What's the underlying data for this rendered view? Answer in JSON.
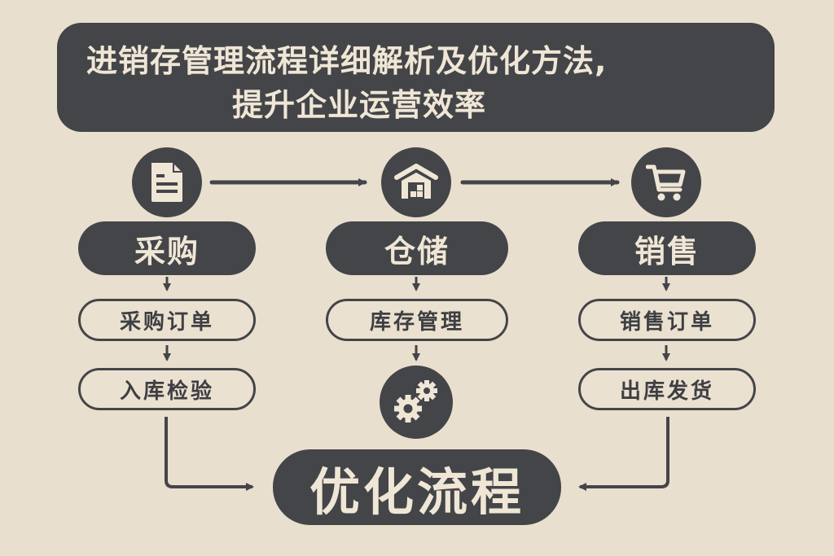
{
  "header": {
    "title_line1": "进销存管理流程详细解析及优化方法,",
    "title_line2": "提升企业运营效率"
  },
  "columns": [
    {
      "icon": "document-icon",
      "label": "采购",
      "steps": [
        "采购订单",
        "入库检验"
      ]
    },
    {
      "icon": "warehouse-icon",
      "label": "仓储",
      "steps": [
        "库存管理"
      ],
      "extra_icon": "gears-icon"
    },
    {
      "icon": "shopping-cart-icon",
      "label": "销售",
      "steps": [
        "销售订单",
        "出库发货"
      ]
    }
  ],
  "result": {
    "label": "优化流程"
  },
  "colors": {
    "background": "#e9dfcf",
    "dark": "#444548",
    "light_text": "#efe6d6"
  }
}
